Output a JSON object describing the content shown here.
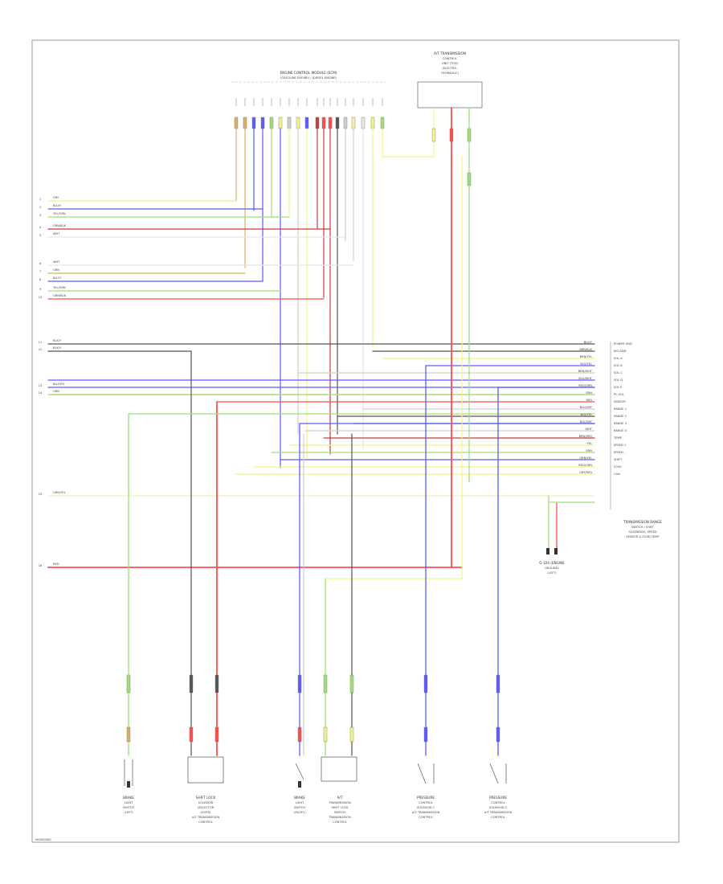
{
  "colors": {
    "yellow": "#f2f28a",
    "blue": "#5b5bff",
    "green": "#9fe07a",
    "red": "#ff4d4d",
    "darkred": "#c83c3c",
    "grey": "#555555",
    "lightgrey": "#cfcfcf",
    "tan": "#d8b06a",
    "lightyellow": "#f5f0b0",
    "white": "#e6e6e6"
  },
  "components": {
    "top_module": {
      "title_line1": "ENGINE CONTROL MODULE (ECM)",
      "title_line2": "(GASOLINE ENGINE) / (DIESEL ENGINE)"
    },
    "tcm": {
      "line1": "A/T TRANSMISSION",
      "line2": "CONTROL",
      "line3": "UNIT (TCM)",
      "line4": "(ELECTRO-",
      "line5": "HYDRAULIC)"
    },
    "right_connector": {
      "line1": "TRANSMISSION RANGE",
      "line2": "SWITCH / SHIFT",
      "line3": "SOLENOIDS, SPEED",
      "line4": "SENSOR & FLUID TEMP"
    },
    "ground": {
      "line1": "G-104 (ENGINE",
      "line2": "GROUND)",
      "line3": "(LEFT)"
    },
    "bottom": [
      {
        "l1": "BRAKE",
        "l2": "LIGHT",
        "l3": "SWITCH",
        "l4": "(LEFT)"
      },
      {
        "l1": "SHIFT LOCK",
        "l2": "SOLENOID",
        "l3": "(SELECTOR",
        "l4": "LEVER)",
        "l5": "A/T TRANSMISSION",
        "l6": "CONTROL"
      },
      {
        "l1": "BRAKE",
        "l2": "LIGHT",
        "l3": "SWITCH",
        "l4": "(RIGHT)"
      },
      {
        "l1": "A/T",
        "l2": "TRANSMISSION",
        "l3": "SHIFT LOCK",
        "l4": "SWITCH",
        "l5": "TRANSMISSION",
        "l6": "CONTROL"
      },
      {
        "l1": "PRESSURE",
        "l2": "CONTROL",
        "l3": "SOLENOID 1",
        "l4": "A/T TRANSMISSION",
        "l5": "CONTROL"
      },
      {
        "l1": "PRESSURE",
        "l2": "CONTROL",
        "l3": "SOLENOID 2",
        "l4": "A/T TRANSMISSION",
        "l5": "CONTROL"
      }
    ]
  },
  "left_wires": [
    "GRY",
    "BLU/Y",
    "YEL/GRN",
    "GRN/BLK",
    "WHT",
    "WHT",
    "GRN",
    "BLU/Y",
    "YEL/GRN",
    "GRN/BLK",
    "BLK/Y",
    "BLK/Y",
    "BLU/YEL",
    "GRN",
    "GRN/YEL",
    "RED"
  ],
  "left_pins": [
    "1",
    "2",
    "3",
    "4",
    "5",
    "6",
    "7",
    "8",
    "9",
    "10",
    "11",
    "12",
    "13",
    "14",
    "15",
    "16"
  ],
  "right_wires": [
    "BLK/Y",
    "BRN/BLK",
    "BRN/YEL",
    "BLU/YEL",
    "BRN/WHT",
    "BLU/WHT",
    "RED/GRN",
    "GRN",
    "RED",
    "BLU/GRY",
    "BLK/YEL",
    "BLK/GRY",
    "WHT",
    "BRN/RED",
    "YEL",
    "GRN",
    "GRN/YEL",
    "RED/GRN",
    "GRY/RED"
  ],
  "right_labels": [
    "POWER GND",
    "SIG GND",
    "SOL A",
    "SOL B",
    "SOL C",
    "SOL D",
    "SOL E",
    "PC SOL",
    "SENSOR",
    "RANGE 1",
    "RANGE 2",
    "RANGE 3",
    "RANGE 4",
    "TEMP",
    "SPEED +",
    "SPEED -",
    "SHIFT",
    "LOCK",
    "CAN"
  ],
  "footer_code": "W0000000"
}
